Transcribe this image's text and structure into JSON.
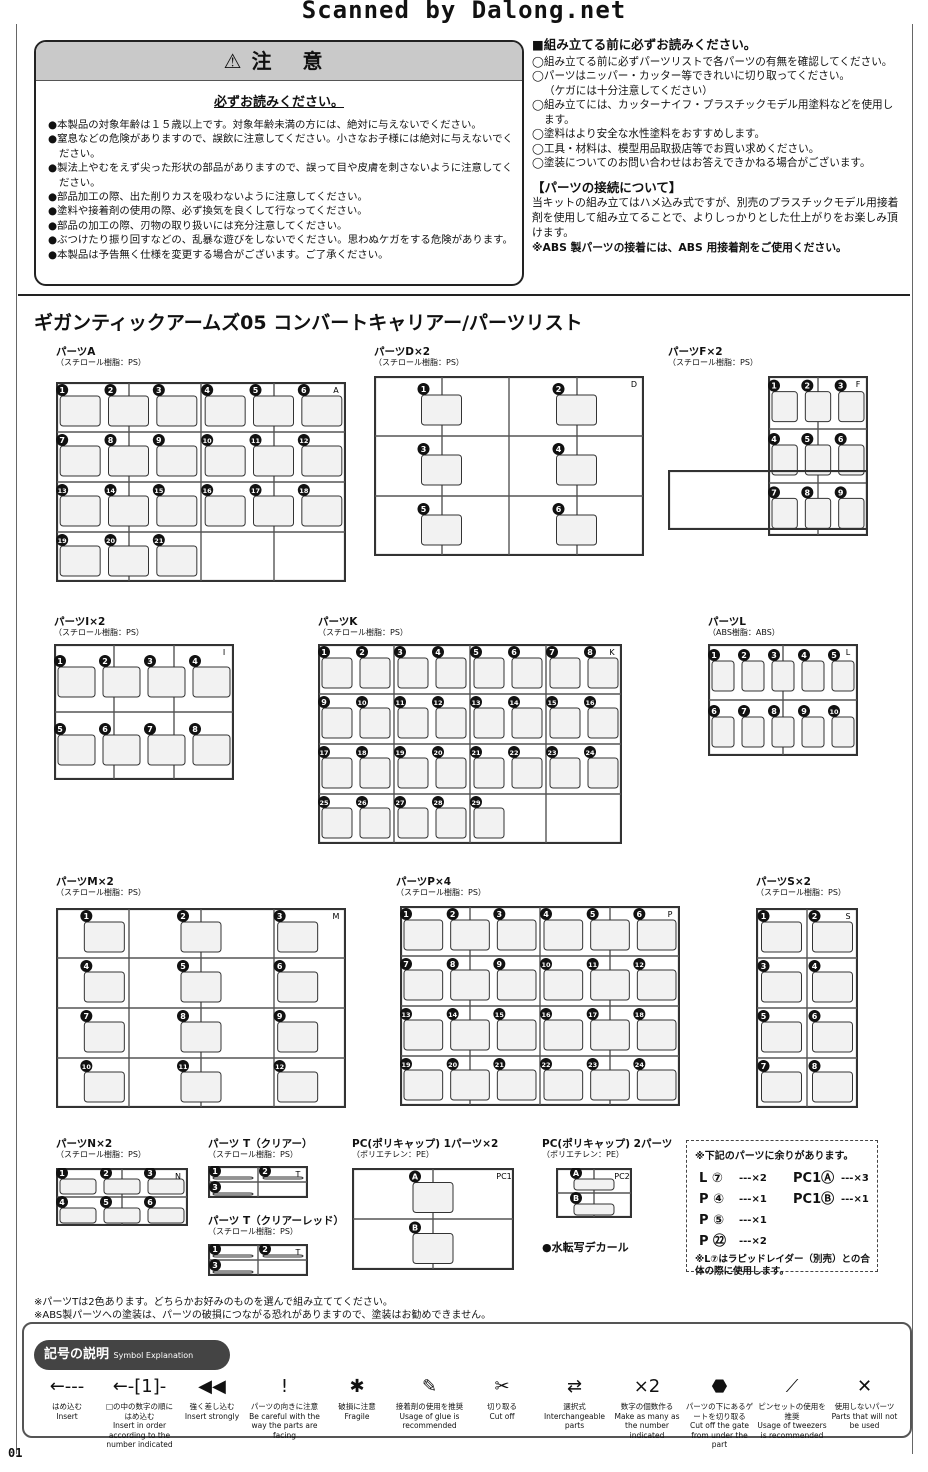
{
  "watermark": "Scanned by Dalong.net",
  "caution": {
    "title": "注 意",
    "subtitle": "必ずお読みください。",
    "items": [
      "本製品の対象年齢は１５歳以上です。対象年齢未満の方には、絶対に与えないでください。",
      "窒息などの危険がありますので、誤飲に注意してください。小さなお子様には絶対に与えないでください。",
      "製法上やむをえず尖った形状の部品がありますので、誤って目や皮膚を刺さないように注意してください。",
      "部品加工の際、出た削りカスを吸わないように注意してください。",
      "塗料や接着剤の使用の際、必ず換気を良くして行なってください。",
      "部品の加工の際、刃物の取り扱いには充分注意してください。",
      "ぶつけたり振り回すなどの、乱暴な遊びをしないでください。思わぬケガをする危険があります。",
      "本製品は予告無く仕様を変更する場合がございます。ご了承ください。"
    ]
  },
  "before_build": {
    "heading": "■組み立てる前に必ずお読みください。",
    "items": [
      "◯組み立てる前に必ずパーツリストで各パーツの有無を確認してください。",
      "◯パーツはニッパー・カッター等できれいに切り取ってください。",
      "（ケガには十分注意してください）",
      "◯組み立てには、カッターナイフ・プラスチックモデル用塗料などを使用します。",
      "◯塗料はより安全な水性塗料をおすすめします。",
      "◯工具・材料は、模型用品取扱店等でお買い求めください。",
      "◯塗装についてのお問い合わせはお答えできかねる場合がございます。"
    ],
    "connection_title": "【パーツの接続について】",
    "connection_body": "当キットの組み立てはハメ込み式ですが、別売のプラスチックモデル用接着剤を使用して組み立てることで、よりしっかりとした仕上がりをお楽しみ頂けます。",
    "abs_note": "※ABS 製パーツの接着には、ABS 用接着剤をご使用ください。"
  },
  "parts_list_title": "ギガンティックアームズ05 コンバートキャリアー/パーツリスト",
  "runners": [
    {
      "id": "A",
      "label": "パーツA",
      "material": "（スチロール樹脂：PS）",
      "numbers": [
        "1",
        "2",
        "3",
        "4",
        "5",
        "6",
        "7",
        "8",
        "9",
        "10",
        "11",
        "12",
        "13",
        "14",
        "15",
        "16",
        "17",
        "18",
        "19",
        "20",
        "21"
      ]
    },
    {
      "id": "D",
      "label": "パーツD×2",
      "material": "（スチロール樹脂：PS）",
      "numbers": [
        "1",
        "2",
        "3",
        "4",
        "5",
        "6"
      ]
    },
    {
      "id": "F",
      "label": "パーツF×2",
      "material": "（スチロール樹脂：PS）",
      "numbers": [
        "1",
        "2",
        "3",
        "4",
        "5",
        "6",
        "7",
        "8",
        "9"
      ]
    },
    {
      "id": "I",
      "label": "パーツI×2",
      "material": "（スチロール樹脂：PS）",
      "numbers": [
        "1",
        "2",
        "3",
        "4",
        "5",
        "6",
        "7",
        "8"
      ]
    },
    {
      "id": "K",
      "label": "パーツK",
      "material": "（スチロール樹脂：PS）",
      "numbers": [
        "1",
        "2",
        "3",
        "4",
        "5",
        "6",
        "7",
        "8",
        "9",
        "10",
        "11",
        "12",
        "13",
        "14",
        "15",
        "16",
        "17",
        "18",
        "19",
        "20",
        "21",
        "22",
        "23",
        "24",
        "25",
        "26",
        "27",
        "28",
        "29"
      ]
    },
    {
      "id": "L",
      "label": "パーツL",
      "material": "（ABS樹脂：ABS）",
      "numbers": [
        "1",
        "2",
        "3",
        "4",
        "5",
        "6",
        "7",
        "8",
        "9",
        "10"
      ]
    },
    {
      "id": "M",
      "label": "パーツM×2",
      "material": "（スチロール樹脂：PS）",
      "numbers": [
        "1",
        "2",
        "3",
        "4",
        "5",
        "6",
        "7",
        "8",
        "9",
        "10",
        "11",
        "12"
      ]
    },
    {
      "id": "P",
      "label": "パーツP×4",
      "material": "（スチロール樹脂：PS）",
      "numbers": [
        "1",
        "2",
        "3",
        "4",
        "5",
        "6",
        "7",
        "8",
        "9",
        "10",
        "11",
        "12",
        "13",
        "14",
        "15",
        "16",
        "17",
        "18",
        "19",
        "20",
        "21",
        "22",
        "23",
        "24"
      ]
    },
    {
      "id": "S",
      "label": "パーツS×2",
      "material": "（スチロール樹脂：PS）",
      "numbers": [
        "1",
        "2",
        "3",
        "4",
        "5",
        "6",
        "7",
        "8"
      ]
    },
    {
      "id": "N",
      "label": "パーツN×2",
      "material": "（スチロール樹脂：PS）",
      "numbers": [
        "1",
        "2",
        "3",
        "4",
        "5",
        "6"
      ]
    },
    {
      "id": "T",
      "label": "パーツ T（クリアー）",
      "material": "（スチロール樹脂：PS）",
      "numbers": [
        "1",
        "2",
        "3"
      ]
    },
    {
      "id": "T2",
      "label": "パーツ T（クリアーレッド）",
      "material": "（スチロール樹脂：PS）",
      "numbers": [
        "1",
        "2",
        "3"
      ]
    },
    {
      "id": "PC1",
      "label": "PC(ポリキャップ) 1パーツ×2",
      "material": "（ポリエチレン：PE）",
      "numbers": [
        "A",
        "B"
      ]
    },
    {
      "id": "PC2",
      "label": "PC(ポリキャップ) 2パーツ",
      "material": "（ポリエチレン：PE）",
      "numbers": [
        "A",
        "B"
      ]
    }
  ],
  "decal": "●水転写デカール",
  "extra_parts": {
    "title": "※下記のパーツに余りがあります。",
    "rows": [
      {
        "part": "L ⑦",
        "qty": "---×2",
        "part2": "PC1Ⓐ",
        "qty2": "---×3"
      },
      {
        "part": "P ④",
        "qty": "---×1",
        "part2": "PC1Ⓑ",
        "qty2": "---×1"
      },
      {
        "part": "P ⑤",
        "qty": "---×1",
        "part2": "",
        "qty2": ""
      },
      {
        "part": "P ㉒",
        "qty": "---×2",
        "part2": "",
        "qty2": ""
      }
    ],
    "note": "※L⑦はラピッドレイダー（別売）との合体の際に使用します。"
  },
  "notes": [
    "※パーツTは2色あります。どちらかお好みのものを選んで組み立ててください。",
    "※ABS製パーツへの塗装は、パーツの破損につながる恐れがありますので、塗装はお勧めできません。"
  ],
  "symbols": {
    "title": "記号の説明",
    "title_en": "Symbol Explanation",
    "items": [
      {
        "icon": "←---",
        "jp": "はめ込む",
        "en": "Insert"
      },
      {
        "icon": "←-[1]-",
        "jp": "□の中の数字の順にはめ込む",
        "en": "Insert in order according to the number indicated"
      },
      {
        "icon": "◀◀",
        "jp": "強く差し込む",
        "en": "Insert strongly"
      },
      {
        "icon": "!",
        "jp": "パーツの向きに注意",
        "en": "Be careful with the way the parts are facing"
      },
      {
        "icon": "✱",
        "jp": "破損に注意",
        "en": "Fragile"
      },
      {
        "icon": "✎",
        "jp": "接着剤の使用を推奨",
        "en": "Usage of glue is recommended"
      },
      {
        "icon": "✂",
        "jp": "切り取る",
        "en": "Cut off"
      },
      {
        "icon": "⇄",
        "jp": "選択式",
        "en": "Interchangeable parts"
      },
      {
        "icon": "×2",
        "jp": "数字の個数作る",
        "en": "Make as many as the number indicated"
      },
      {
        "icon": "⬣",
        "jp": "パーツの下にあるゲートを切り取る",
        "en": "Cut off the gate from under the part"
      },
      {
        "icon": "⟋",
        "jp": "ピンセットの使用を推奨",
        "en": "Usage of tweezers is recommended"
      },
      {
        "icon": "✕",
        "jp": "使用しないパーツ",
        "en": "Parts that will not be used"
      }
    ]
  },
  "page_number": "01"
}
